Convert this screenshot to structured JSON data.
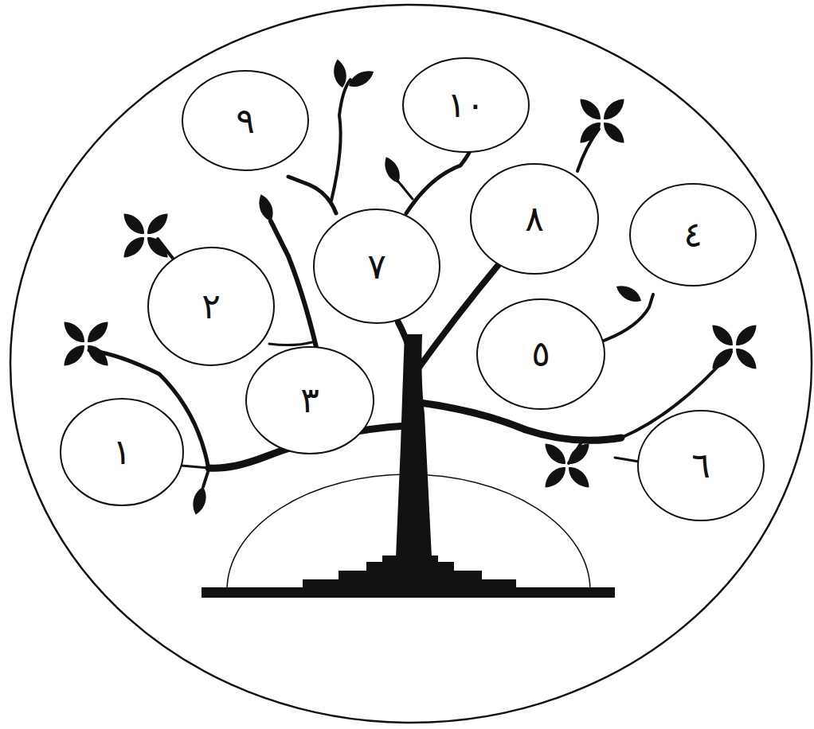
{
  "diagram": {
    "nodes": [
      {
        "text": [
          "١"
        ]
      },
      {
        "text": [
          "٢"
        ]
      },
      {
        "text": [
          "٣"
        ]
      },
      {
        "text": [
          "٤"
        ]
      },
      {
        "text": [
          "٥"
        ]
      },
      {
        "text": [
          "٦"
        ]
      },
      {
        "text": [
          "٧"
        ]
      },
      {
        "text": [
          "٨"
        ]
      },
      {
        "text": [
          "٩"
        ]
      },
      {
        "text": [
          "١٠"
        ]
      }
    ]
  }
}
